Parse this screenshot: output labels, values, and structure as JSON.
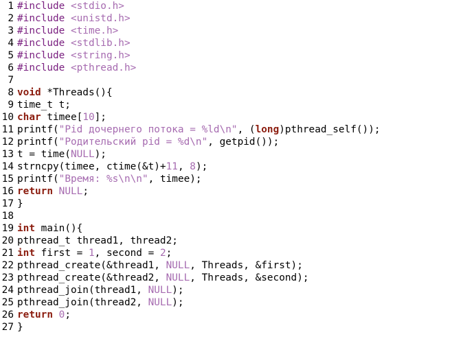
{
  "editor": {
    "lines": [
      {
        "n": "1",
        "tokens": [
          {
            "t": "#include ",
            "c": "pp"
          },
          {
            "t": "<stdio.h>",
            "c": "inc"
          }
        ]
      },
      {
        "n": "2",
        "tokens": [
          {
            "t": "#include ",
            "c": "pp"
          },
          {
            "t": "<unistd.h>",
            "c": "inc"
          }
        ]
      },
      {
        "n": "3",
        "tokens": [
          {
            "t": "#include ",
            "c": "pp"
          },
          {
            "t": "<time.h>",
            "c": "inc"
          }
        ]
      },
      {
        "n": "4",
        "tokens": [
          {
            "t": "#include ",
            "c": "pp"
          },
          {
            "t": "<stdlib.h>",
            "c": "inc"
          }
        ]
      },
      {
        "n": "5",
        "tokens": [
          {
            "t": "#include ",
            "c": "pp"
          },
          {
            "t": "<string.h>",
            "c": "inc"
          }
        ]
      },
      {
        "n": "6",
        "tokens": [
          {
            "t": "#include ",
            "c": "pp"
          },
          {
            "t": "<pthread.h>",
            "c": "inc"
          }
        ]
      },
      {
        "n": "7",
        "tokens": []
      },
      {
        "n": "8",
        "tokens": [
          {
            "t": "void",
            "c": "kw"
          },
          {
            "t": " *Threads(){",
            "c": "plain"
          }
        ]
      },
      {
        "n": "9",
        "tokens": [
          {
            "t": "time_t t;",
            "c": "plain"
          }
        ]
      },
      {
        "n": "10",
        "tokens": [
          {
            "t": "char",
            "c": "kw"
          },
          {
            "t": " timee[",
            "c": "plain"
          },
          {
            "t": "10",
            "c": "num"
          },
          {
            "t": "];",
            "c": "plain"
          }
        ]
      },
      {
        "n": "11",
        "tokens": [
          {
            "t": "printf(",
            "c": "plain"
          },
          {
            "t": "\"Pid дочернего потока = %ld\\n\"",
            "c": "str"
          },
          {
            "t": ", (",
            "c": "plain"
          },
          {
            "t": "long",
            "c": "kw"
          },
          {
            "t": ")pthread_self());",
            "c": "plain"
          }
        ]
      },
      {
        "n": "12",
        "tokens": [
          {
            "t": "printf(",
            "c": "plain"
          },
          {
            "t": "\"Родительский pid = %d\\n\"",
            "c": "str"
          },
          {
            "t": ", getpid());",
            "c": "plain"
          }
        ]
      },
      {
        "n": "13",
        "tokens": [
          {
            "t": "t = time(",
            "c": "plain"
          },
          {
            "t": "NULL",
            "c": "nul"
          },
          {
            "t": ");",
            "c": "plain"
          }
        ]
      },
      {
        "n": "14",
        "tokens": [
          {
            "t": "strncpy(timee, ctime(&t)+",
            "c": "plain"
          },
          {
            "t": "11",
            "c": "num"
          },
          {
            "t": ", ",
            "c": "plain"
          },
          {
            "t": "8",
            "c": "num"
          },
          {
            "t": ");",
            "c": "plain"
          }
        ]
      },
      {
        "n": "15",
        "tokens": [
          {
            "t": "printf(",
            "c": "plain"
          },
          {
            "t": "\"Время: %s\\n\\n\"",
            "c": "str"
          },
          {
            "t": ", timee);",
            "c": "plain"
          }
        ]
      },
      {
        "n": "16",
        "tokens": [
          {
            "t": "return",
            "c": "kw"
          },
          {
            "t": " ",
            "c": "plain"
          },
          {
            "t": "NULL",
            "c": "nul"
          },
          {
            "t": ";",
            "c": "plain"
          }
        ]
      },
      {
        "n": "17",
        "tokens": [
          {
            "t": "}",
            "c": "plain"
          }
        ]
      },
      {
        "n": "18",
        "tokens": []
      },
      {
        "n": "19",
        "tokens": [
          {
            "t": "int",
            "c": "kw"
          },
          {
            "t": " main(){",
            "c": "plain"
          }
        ]
      },
      {
        "n": "20",
        "tokens": [
          {
            "t": "pthread_t thread1, thread2;",
            "c": "plain"
          }
        ]
      },
      {
        "n": "21",
        "tokens": [
          {
            "t": "int",
            "c": "kw"
          },
          {
            "t": " first = ",
            "c": "plain"
          },
          {
            "t": "1",
            "c": "num"
          },
          {
            "t": ", second = ",
            "c": "plain"
          },
          {
            "t": "2",
            "c": "num"
          },
          {
            "t": ";",
            "c": "plain"
          }
        ]
      },
      {
        "n": "22",
        "tokens": [
          {
            "t": "pthread_create(&thread1, ",
            "c": "plain"
          },
          {
            "t": "NULL",
            "c": "nul"
          },
          {
            "t": ", Threads, &first);",
            "c": "plain"
          }
        ]
      },
      {
        "n": "23",
        "tokens": [
          {
            "t": "pthread_create(&thread2, ",
            "c": "plain"
          },
          {
            "t": "NULL",
            "c": "nul"
          },
          {
            "t": ", Threads, &second);",
            "c": "plain"
          }
        ]
      },
      {
        "n": "24",
        "tokens": [
          {
            "t": "pthread_join(thread1, ",
            "c": "plain"
          },
          {
            "t": "NULL",
            "c": "nul"
          },
          {
            "t": ");",
            "c": "plain"
          }
        ]
      },
      {
        "n": "25",
        "tokens": [
          {
            "t": "pthread_join(thread2, ",
            "c": "plain"
          },
          {
            "t": "NULL",
            "c": "nul"
          },
          {
            "t": ");",
            "c": "plain"
          }
        ]
      },
      {
        "n": "26",
        "tokens": [
          {
            "t": "return",
            "c": "kw"
          },
          {
            "t": " ",
            "c": "plain"
          },
          {
            "t": "0",
            "c": "num"
          },
          {
            "t": ";",
            "c": "plain"
          }
        ]
      },
      {
        "n": "27",
        "tokens": [
          {
            "t": "}",
            "c": "plain"
          }
        ]
      }
    ]
  }
}
